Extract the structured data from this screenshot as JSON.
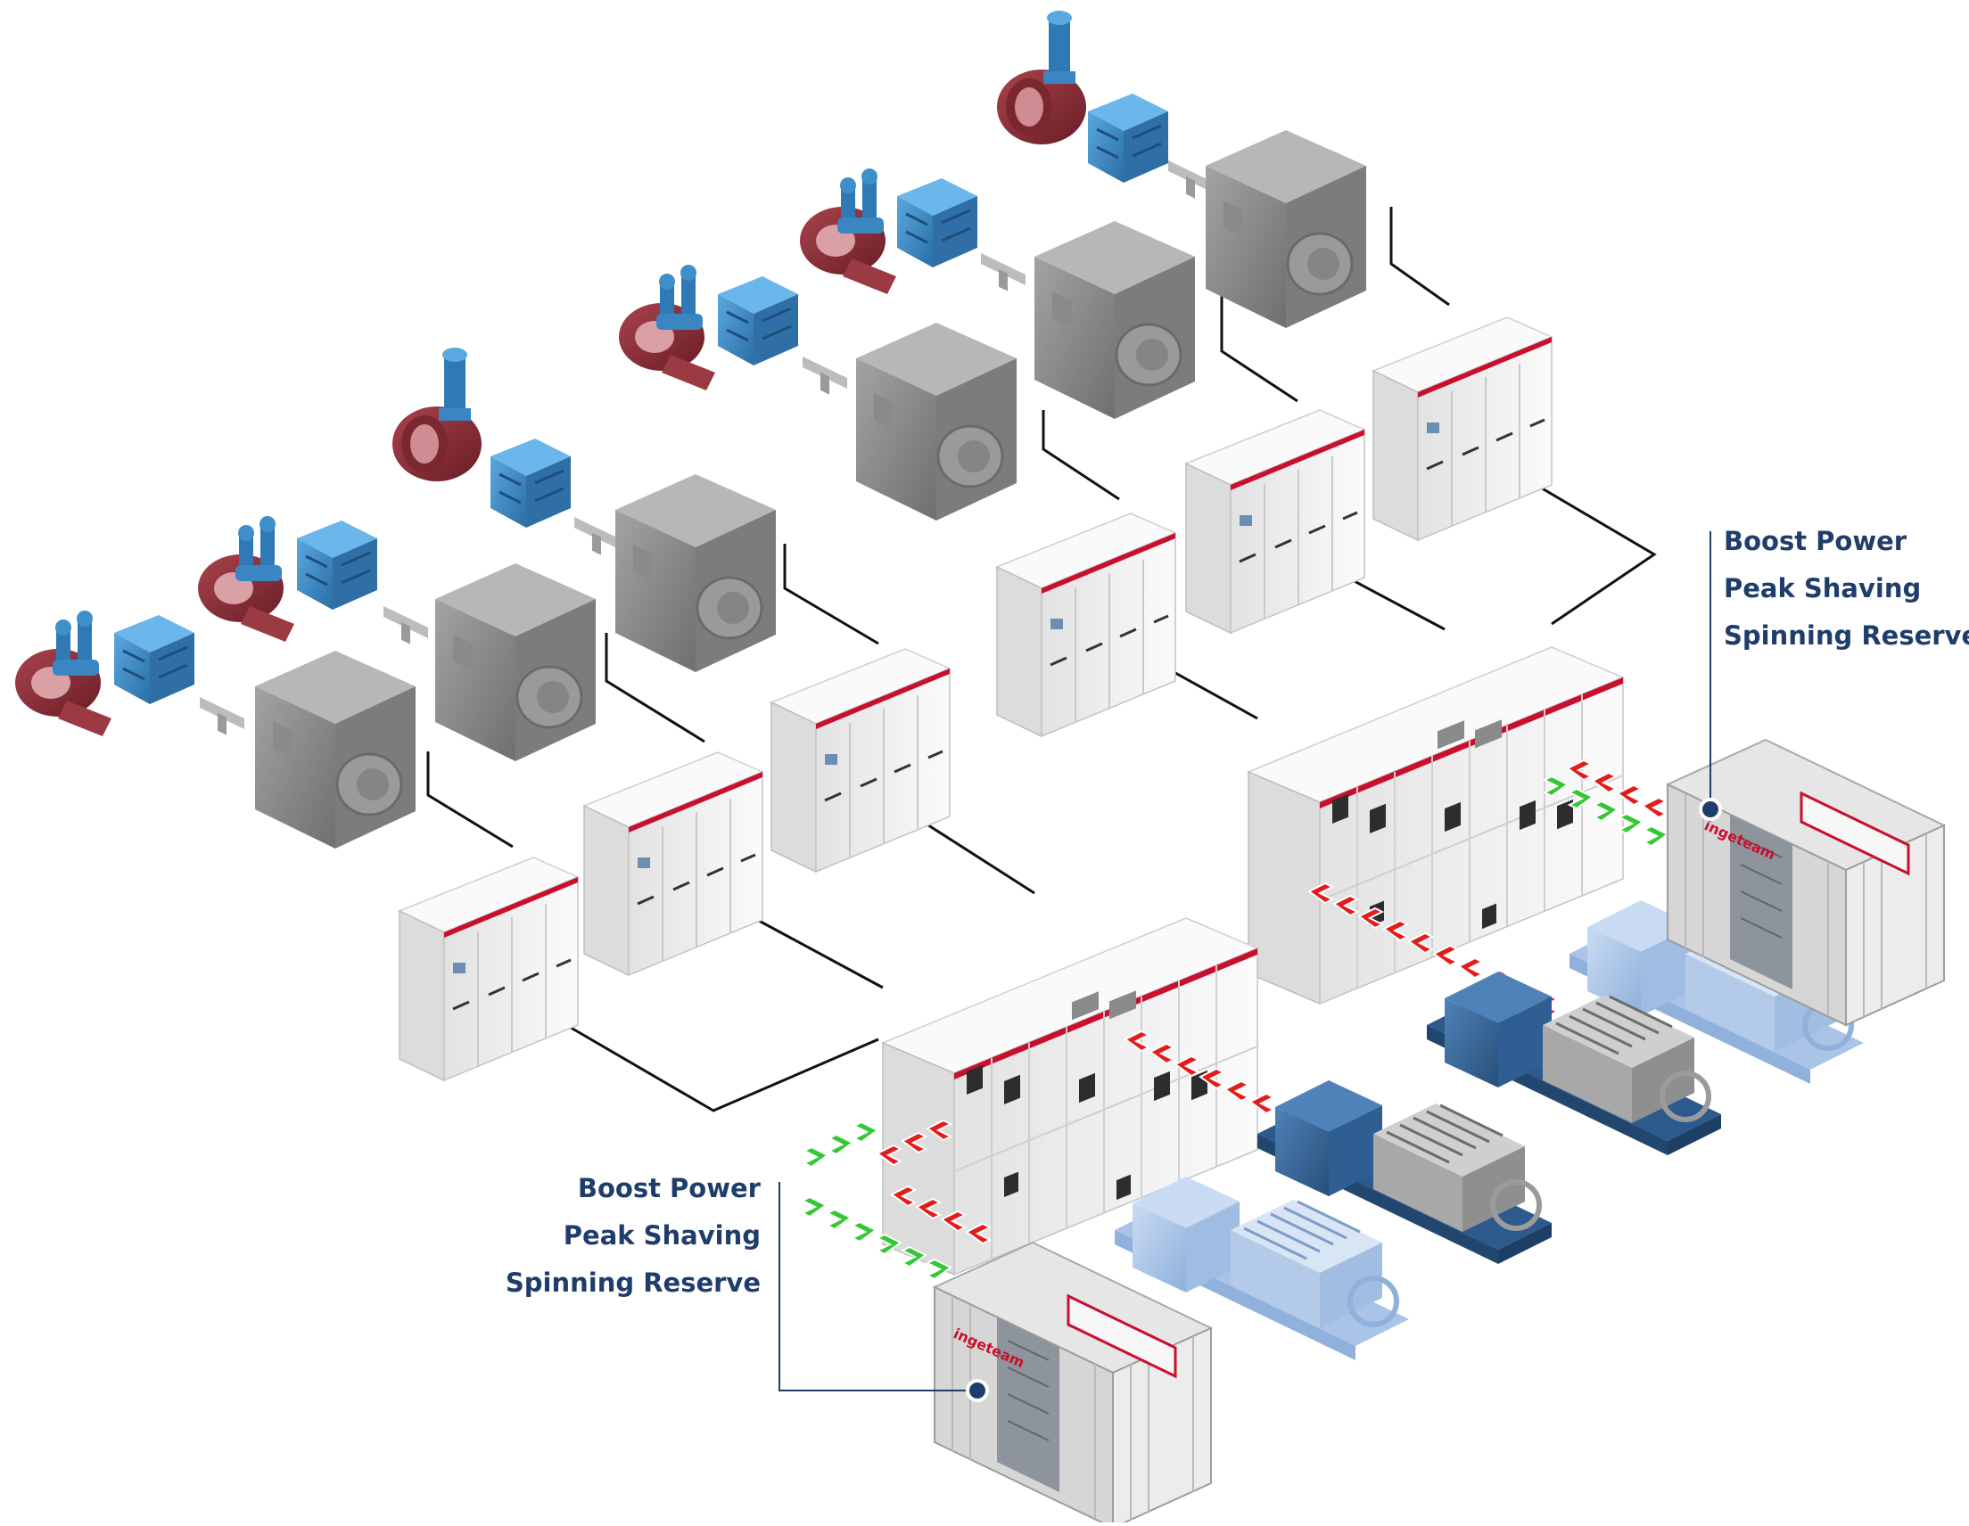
{
  "brand": {
    "logo_text": "ingeteam",
    "accent": "#c8102e",
    "callout_color": "#1f3d6b"
  },
  "colors": {
    "charge_arrow": "#34c934",
    "discharge_arrow": "#e31b1b",
    "motor_gray": "#8e8e8e",
    "gearbox_blue": "#3f8fcb",
    "thruster_red": "#8b2a33",
    "genset_blue": "#3d6b9d",
    "cabinet_white": "#f2f2f2"
  },
  "callouts": {
    "right": {
      "lines": [
        "Boost Power",
        "Peak Shaving",
        "Spinning Reserve"
      ]
    },
    "left": {
      "lines": [
        "Boost Power",
        "Peak Shaving",
        "Spinning Reserve"
      ]
    }
  },
  "icons": {
    "propulsion_unit": "pump-thruster-icon",
    "drive_cabinet": "electrical-cabinet-icon",
    "switchboard": "switchboard-icon",
    "genset": "diesel-generator-icon",
    "battery_container": "battery-container-icon"
  }
}
